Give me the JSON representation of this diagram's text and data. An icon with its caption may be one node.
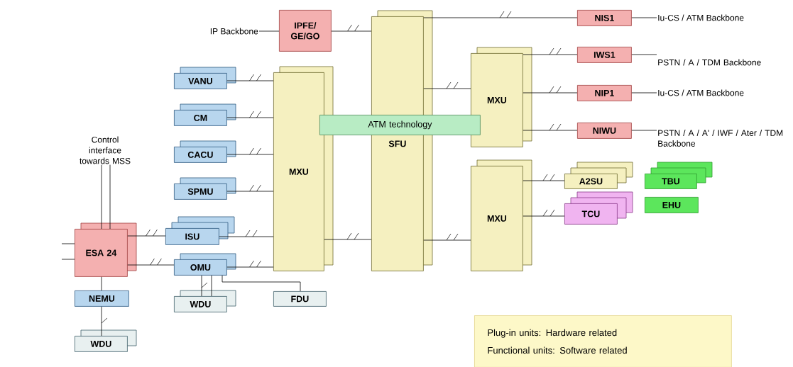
{
  "diagram": {
    "nodes": [
      {
        "text": [
          "IP Backbone"
        ]
      },
      {
        "text": [
          "IPFE/ GE/GO"
        ]
      },
      {
        "text": [
          "SFU"
        ]
      },
      {
        "text": [
          "NIS1"
        ]
      },
      {
        "text": [
          "Iu-CS / ATM Backbone"
        ]
      },
      {
        "text": [
          "MXU"
        ]
      },
      {
        "text": [
          "IWS1"
        ]
      },
      {
        "text": [
          "PSTN / A / TDM Backbone"
        ]
      },
      {
        "text": [
          "NIP1"
        ]
      },
      {
        "text": [
          "Iu-CS / ATM Backbone"
        ]
      },
      {
        "text": [
          "NIWU"
        ]
      },
      {
        "text": [
          "PSTN / A / A' / IWF / Ater / TDM Backbone"
        ]
      },
      {
        "text": [
          "MXU"
        ]
      },
      {
        "text": [
          "A2SU"
        ]
      },
      {
        "text": [
          "TCU"
        ]
      },
      {
        "text": [
          "TBU"
        ]
      },
      {
        "text": [
          "EHU"
        ]
      },
      {
        "text": [
          "MXU"
        ]
      },
      {
        "text": [
          "VANU"
        ]
      },
      {
        "text": [
          "CM"
        ]
      },
      {
        "text": [
          "CACU"
        ]
      },
      {
        "text": [
          "SPMU"
        ]
      },
      {
        "text": [
          "ISU"
        ]
      },
      {
        "text": [
          "OMU"
        ]
      },
      {
        "text": [
          "ESA 24"
        ]
      },
      {
        "text": [
          "Control interface towards MSS"
        ]
      },
      {
        "text": [
          "NEMU"
        ]
      },
      {
        "text": [
          "WDU"
        ]
      },
      {
        "text": [
          "FDU"
        ]
      },
      {
        "text": [
          "WDU"
        ]
      },
      {
        "text": [
          "ATM technology"
        ]
      },
      {
        "text": [
          "Plug-in units: Hardware related",
          "Functional units: Software related"
        ]
      }
    ],
    "edges": [
      {
        "from": 0,
        "to": 1,
        "arrow": "none"
      },
      {
        "from": 1,
        "to": 2,
        "arrow": "none"
      },
      {
        "from": 2,
        "to": 3,
        "arrow": "none"
      },
      {
        "from": 3,
        "to": 4,
        "arrow": "none"
      },
      {
        "from": 2,
        "to": 5,
        "arrow": "none"
      },
      {
        "from": 5,
        "to": 6,
        "arrow": "none"
      },
      {
        "from": 6,
        "to": 7,
        "arrow": "none"
      },
      {
        "from": 5,
        "to": 8,
        "arrow": "none"
      },
      {
        "from": 8,
        "to": 9,
        "arrow": "none"
      },
      {
        "from": 5,
        "to": 10,
        "arrow": "none"
      },
      {
        "from": 10,
        "to": 11,
        "arrow": "none"
      },
      {
        "from": 2,
        "to": 12,
        "arrow": "none"
      },
      {
        "from": 12,
        "to": 13,
        "arrow": "none"
      },
      {
        "from": 12,
        "to": 14,
        "arrow": "none"
      },
      {
        "from": 18,
        "to": 17,
        "arrow": "none"
      },
      {
        "from": 19,
        "to": 17,
        "arrow": "none"
      },
      {
        "from": 20,
        "to": 17,
        "arrow": "none"
      },
      {
        "from": 21,
        "to": 17,
        "arrow": "none"
      },
      {
        "from": 22,
        "to": 17,
        "arrow": "none"
      },
      {
        "from": 23,
        "to": 17,
        "arrow": "none"
      },
      {
        "from": 17,
        "to": 2,
        "arrow": "none"
      },
      {
        "from": 24,
        "to": 22,
        "arrow": "none"
      },
      {
        "from": 24,
        "to": 23,
        "arrow": "none"
      },
      {
        "from": 24,
        "to": 25,
        "arrow": "none"
      },
      {
        "from": 24,
        "to": 26,
        "arrow": "none"
      },
      {
        "from": 26,
        "to": 29,
        "arrow": "none"
      },
      {
        "from": 23,
        "to": 27,
        "arrow": "none"
      },
      {
        "from": 23,
        "to": 28,
        "arrow": "none"
      },
      {
        "from": null,
        "to": 24,
        "arrow": "none"
      }
    ]
  }
}
